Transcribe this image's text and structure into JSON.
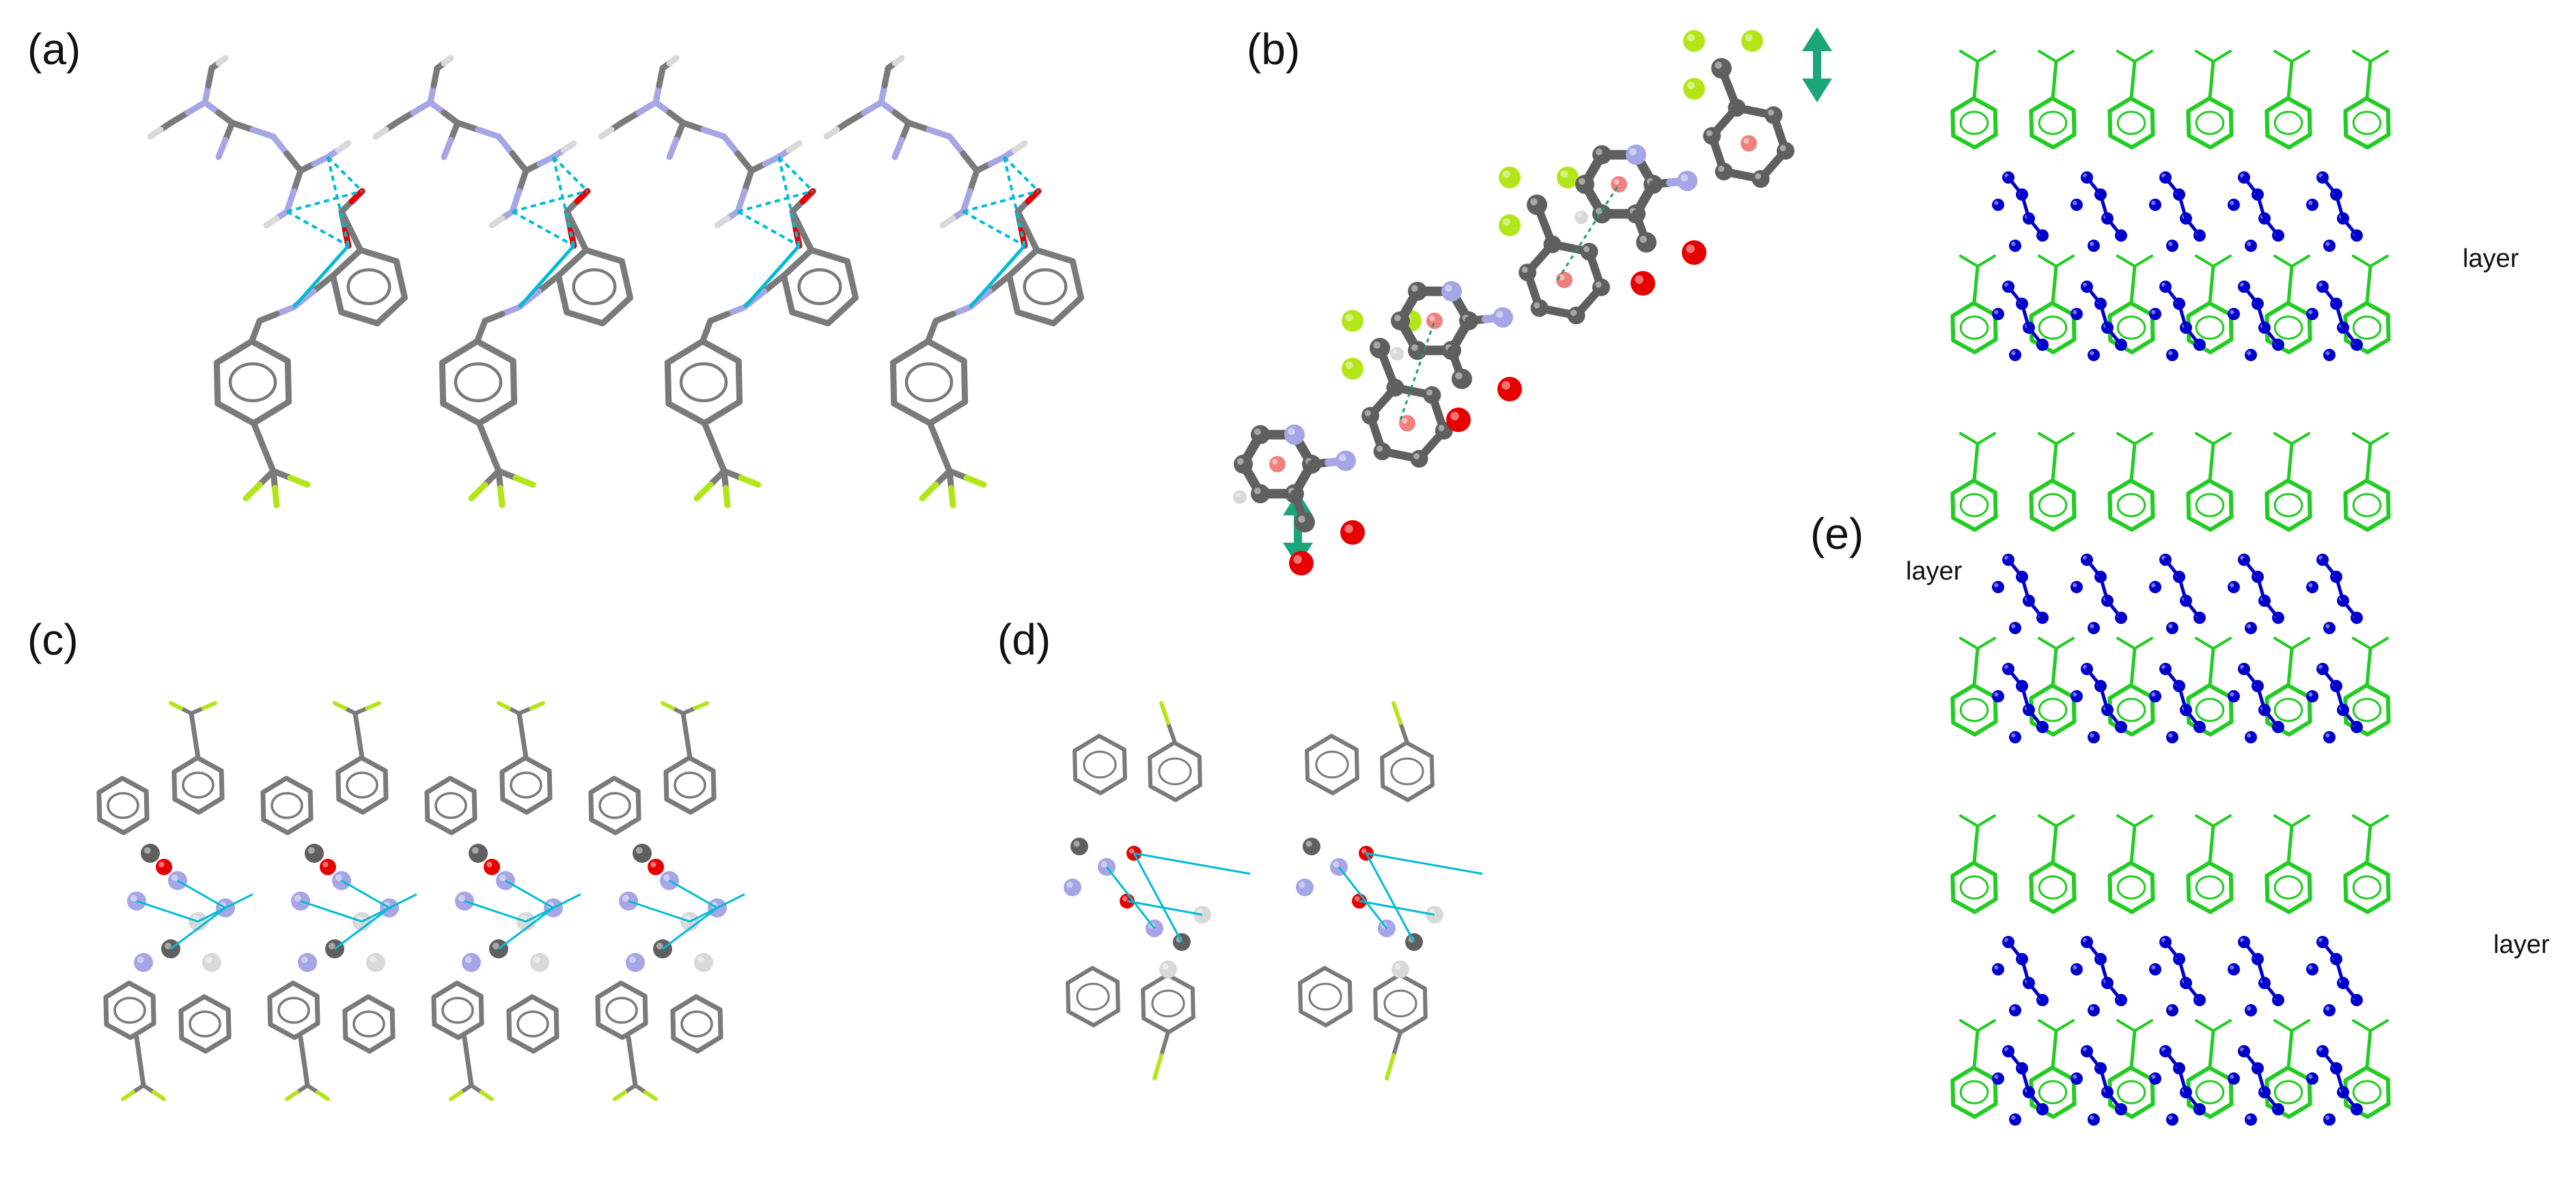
{
  "panels": {
    "a": {
      "label": "(a)"
    },
    "b": {
      "label": "(b)"
    },
    "c": {
      "label": "(c)"
    },
    "d": {
      "label": "(d)"
    },
    "e": {
      "label": "(e)",
      "layer_labels": [
        "layer",
        "layer",
        "layer"
      ]
    }
  },
  "colors": {
    "carbon": "#7a7a7a",
    "carbon_dark": "#5f5f5f",
    "hydrogen": "#d9d9d9",
    "nitrogen": "#a6a6e6",
    "oxygen": "#e60000",
    "fluorine": "#b3e619",
    "hbond": "#00bcd4",
    "pi_stack": "#19a35a",
    "centroid": "#f08080",
    "arrow": "#1aa67a",
    "layer_blue": "#0000cc",
    "layer_green": "#22cc22"
  }
}
